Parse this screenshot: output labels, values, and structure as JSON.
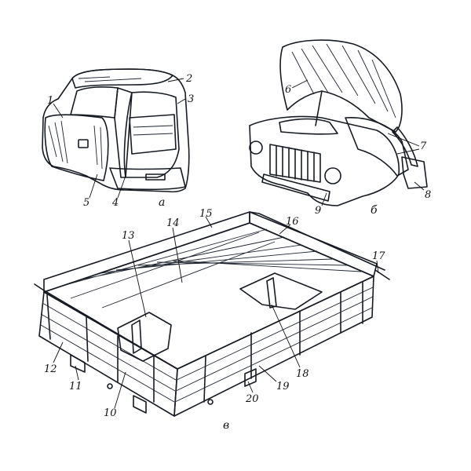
{
  "figure": {
    "colors": {
      "part_fill": "#8fb8ea",
      "part_fill_light": "#a9c8f0",
      "part_shade": "#6f99d2",
      "dark_fill": "#3d5f8c",
      "ink": "#161a22"
    },
    "subfigures": {
      "cab": "а",
      "hood": "б",
      "body": "в"
    },
    "labels": [
      "1",
      "2",
      "3",
      "4",
      "5",
      "6",
      "7",
      "8",
      "9",
      "10",
      "11",
      "12",
      "13",
      "14",
      "15",
      "16",
      "17",
      "18",
      "19",
      "20"
    ]
  }
}
